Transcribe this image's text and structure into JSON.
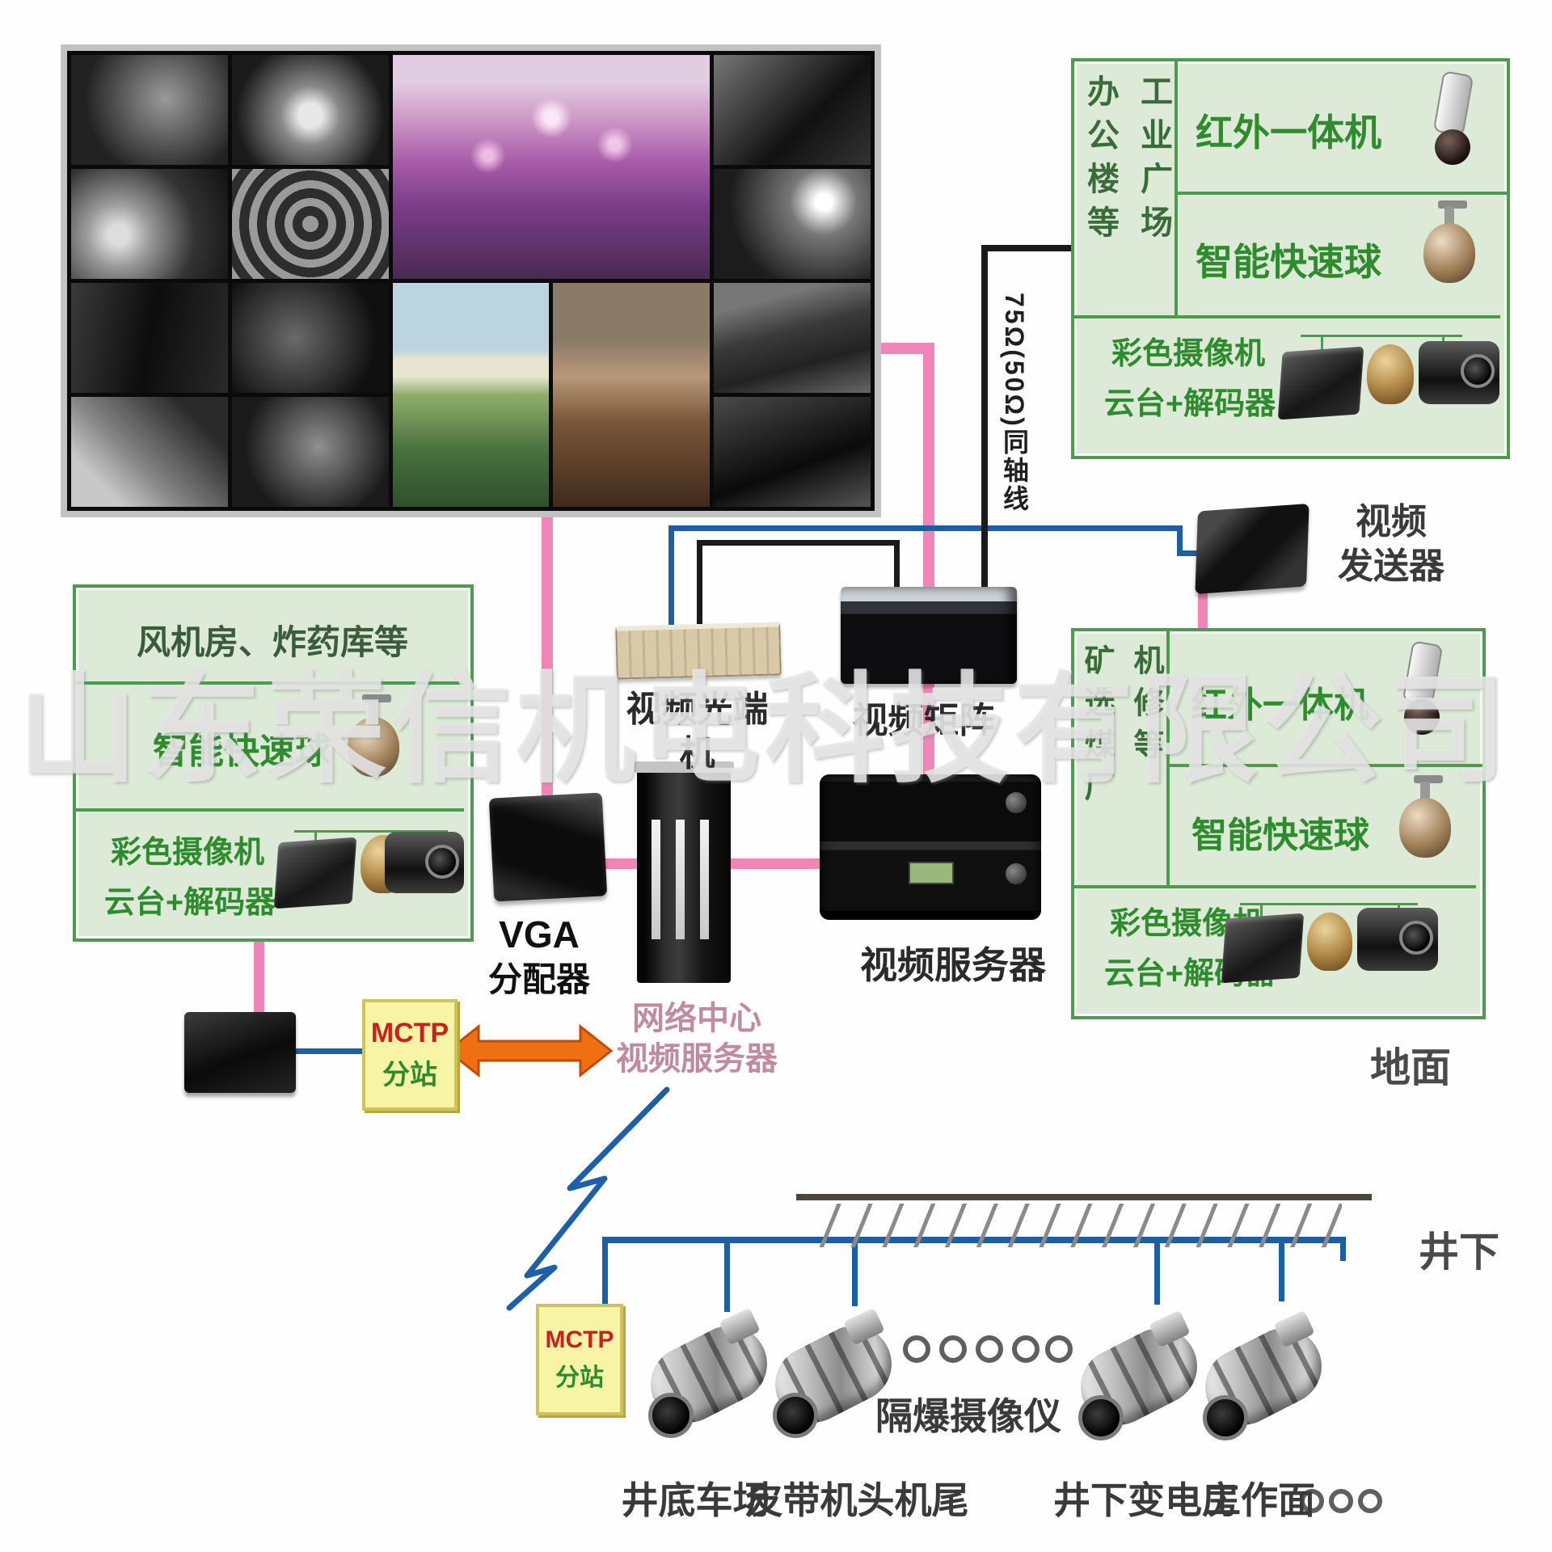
{
  "watermark": "山东荣信机电科技有限公司",
  "coax_label": "75Ω(50Ω)同轴线",
  "colors": {
    "cable_pink": "#ef85b8",
    "cable_blue": "#1c5fa3",
    "cable_black": "#1a1a1a",
    "box_green_border": "#4e9a4e",
    "box_green_fill": "#dcead7",
    "text_green": "#2e8b2e",
    "mctp_yellow": "#f8f4a6",
    "mctp_red": "#cc2020",
    "arrow_orange": "#ef7012"
  },
  "boxes": {
    "office": {
      "loc_col1": "办公楼等",
      "loc_col2": "工业广场",
      "row1": "红外一体机",
      "row2": "智能快速球",
      "bottom1": "彩色摄像机",
      "bottom2": "云台+解码器"
    },
    "fanhouse": {
      "title": "风机房、炸药库等",
      "row1": "智能快速球",
      "bottom1": "彩色摄像机",
      "bottom2": "云台+解码器"
    },
    "mine": {
      "loc_col1": "矿选煤厂",
      "loc_col2": "机修等",
      "row1": "红外一体机",
      "row2": "智能快速球",
      "bottom1": "彩色摄像机",
      "bottom2": "云台+解码器"
    }
  },
  "labels": {
    "optical_transceiver": "视频光端机",
    "video_matrix": "视频矩阵",
    "transmitter1": "视频",
    "transmitter2": "发送器",
    "video_server": "视频服务器",
    "vga1": "VGA",
    "vga2": "分配器",
    "net1": "网络中心",
    "net2": "视频服务器",
    "surface": "地面",
    "underground": "井下",
    "exproof": "隔爆摄像仪",
    "site1": "井底车场",
    "site2": "皮带机头机尾",
    "site3": "井下变电房",
    "site4": "工作面"
  },
  "mctp": {
    "line1": "MCTP",
    "line2": "分站"
  }
}
